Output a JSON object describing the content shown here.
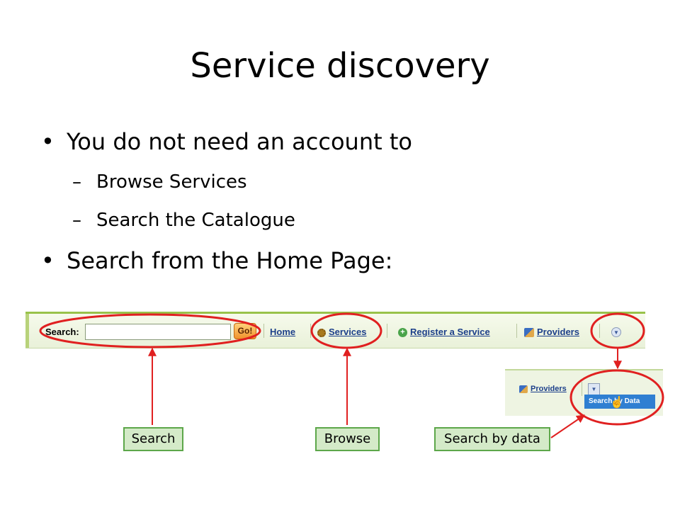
{
  "slide": {
    "title": "Service discovery",
    "bullets": [
      {
        "text": "You do not need an account to",
        "subitems": [
          "Browse Services",
          "Search the Catalogue"
        ]
      },
      {
        "text": "Search from the Home Page:"
      }
    ]
  },
  "toolbar": {
    "search_label": "Search:",
    "search_value": "",
    "go_label": "Go!",
    "home_label": "Home",
    "services_label": "Services",
    "register_label": "Register a Service",
    "providers_label": "Providers",
    "dropdown_icon": "chevron-down-icon"
  },
  "zoom": {
    "providers_label": "Providers",
    "menu_item_label": "Search by Data"
  },
  "callouts": {
    "search": "Search",
    "browse": "Browse",
    "search_by_data": "Search by data"
  },
  "colors": {
    "toolbar_accent": "#99c24a",
    "link": "#1c3f8a",
    "annotation_red": "#e02020",
    "callout_fill": "#d4eac8",
    "callout_border": "#5da74a"
  }
}
